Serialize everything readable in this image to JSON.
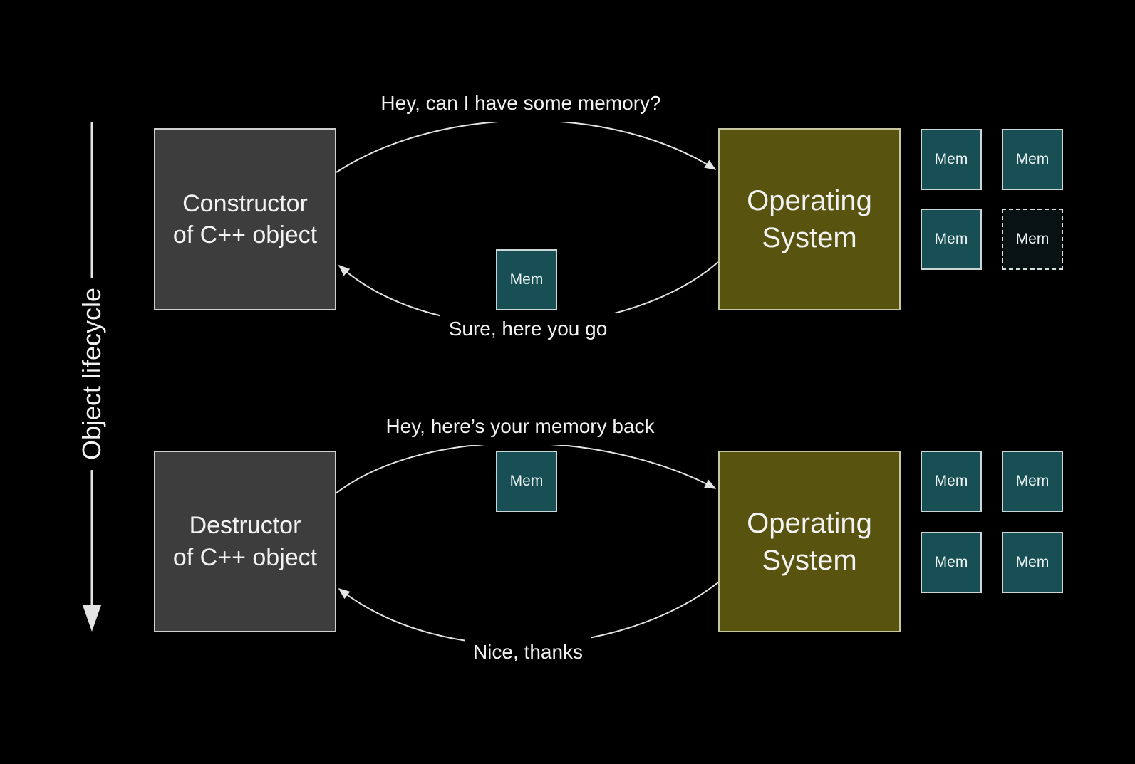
{
  "lifecycle_label": "Object lifecycle",
  "labels": {
    "mem": "Mem"
  },
  "boxes": {
    "constructor": {
      "line1": "Constructor",
      "line2": "of C++ object"
    },
    "destructor": {
      "line1": "Destructor",
      "line2": "of C++ object"
    },
    "os": {
      "line1": "Operating",
      "line2": "System"
    }
  },
  "messages": {
    "request_memory": "Hey, can I have some memory?",
    "grant_memory": "Sure, here you go",
    "return_memory": "Hey, here’s your memory back",
    "ack_return": "Nice, thanks"
  },
  "colors": {
    "background": "#000000",
    "box_gray_fill": "#3d3d3d",
    "box_gray_border": "#cfcfcf",
    "box_olive_fill": "#585410",
    "box_olive_border": "#c6c6a0",
    "mem_fill": "#174f54",
    "mem_border": "#ccd6d6",
    "mem_freed_fill": "#081113",
    "arrow_stroke": "#e4e4e4",
    "text": "#f2f2f2"
  }
}
